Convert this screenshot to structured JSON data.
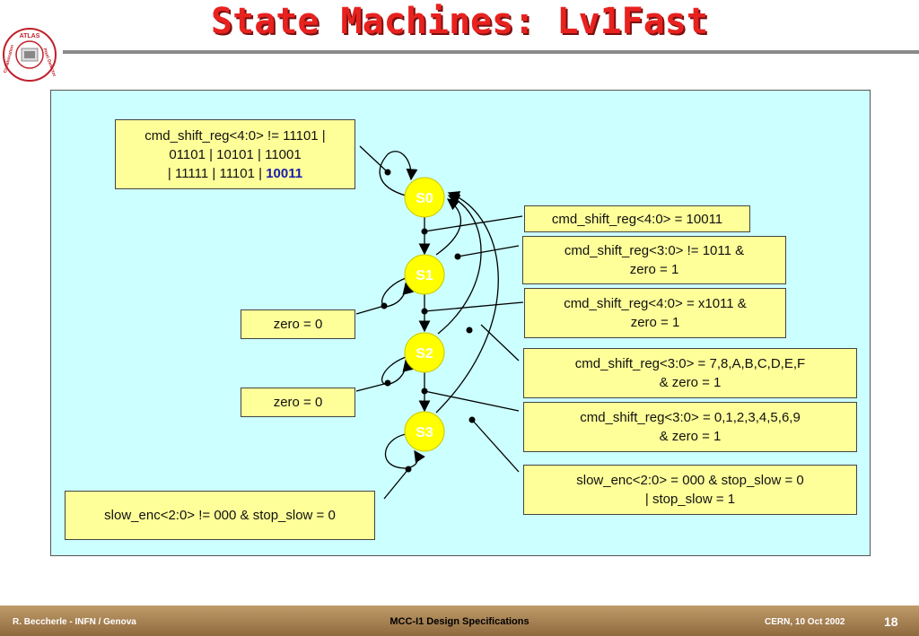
{
  "title": "State Machines: Lv1Fast",
  "logo": {
    "text_top": "ATLAS",
    "text_right": "Pixel Detector",
    "text_left": "Collaboration"
  },
  "states": [
    "S0",
    "S1",
    "S2",
    "S3"
  ],
  "conditions": {
    "c1_line1": "cmd_shift_reg<4:0> != 11101 |",
    "c1_line2": "01101 | 10101 | 11001",
    "c1_line3": "| 11111 | 11101 | ",
    "c1_blue": "10011",
    "c2": "cmd_shift_reg<4:0> = 10011",
    "c3_line1": "cmd_shift_reg<3:0> != 1011 &",
    "c3_line2": "zero = 1",
    "c4_line1": "cmd_shift_reg<4:0> = x1011 &",
    "c4_line2": "zero = 1",
    "c5_line1": "cmd_shift_reg<3:0> = 7,8,A,B,C,D,E,F",
    "c5_line2": "& zero = 1",
    "c6_line1": "cmd_shift_reg<3:0> = 0,1,2,3,4,5,6,9",
    "c6_line2": "& zero = 1",
    "c7_line1": "slow_enc<2:0> = 000 & stop_slow = 0",
    "c7_line2": "| stop_slow = 1",
    "z1": "zero = 0",
    "z2": "zero = 0",
    "c8": "slow_enc<2:0> != 000 & stop_slow = 0"
  },
  "footer": {
    "author": "R. Beccherle - INFN / Genova",
    "doc": "MCC-I1 Design Specifications",
    "date": "CERN, 10 Oct 2002",
    "page": "18"
  },
  "colors": {
    "title": "#e8221f",
    "panel": "#ccffff",
    "box": "#ffff99",
    "state": "#ffff00"
  }
}
